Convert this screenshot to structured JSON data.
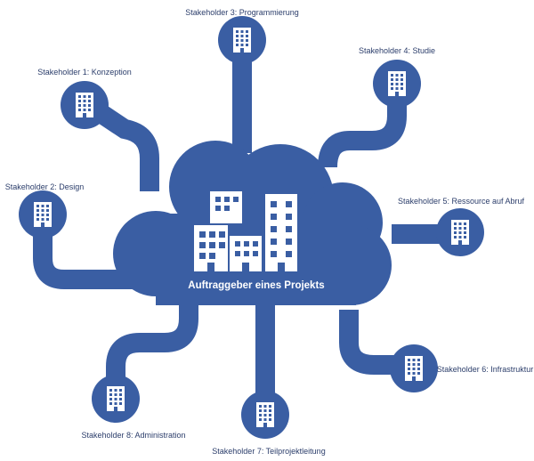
{
  "diagram": {
    "center_label": "Auftraggeber eines Projekts",
    "colors": {
      "primary": "#3a5ea3",
      "icon": "#ffffff",
      "text": "#2c3e6b",
      "background": "#ffffff"
    },
    "stakeholders": [
      {
        "label": "Stakeholder 1: Konzeption",
        "icon": "office-building-icon"
      },
      {
        "label": "Stakeholder 2: Design",
        "icon": "office-building-icon"
      },
      {
        "label": "Stakeholder 3: Programmierung",
        "icon": "office-building-icon"
      },
      {
        "label": "Stakeholder 4: Studie",
        "icon": "office-building-icon"
      },
      {
        "label": "Stakeholder 5: Ressource auf Abruf",
        "icon": "office-building-icon"
      },
      {
        "label": "Stakeholder 6: Infrastruktur",
        "icon": "office-building-icon"
      },
      {
        "label": "Stakeholder 7: Teilprojektleitung",
        "icon": "office-building-icon"
      },
      {
        "label": "Stakeholder 8: Administration",
        "icon": "office-building-icon"
      }
    ]
  }
}
